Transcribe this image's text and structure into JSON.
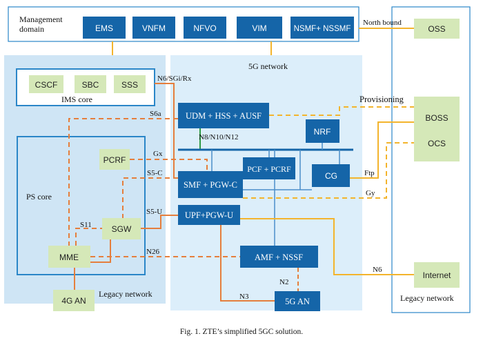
{
  "regions": {
    "management_domain": "Management\ndomain",
    "ims_core": "IMS core",
    "ps_core": "PS core",
    "legacy_network_left": "Legacy network",
    "network_5g": "5G network",
    "legacy_network_right": "Legacy network"
  },
  "management": {
    "ems": "EMS",
    "vnfm": "VNFM",
    "nfvo": "NFVO",
    "vim": "VIM",
    "nsmf": "NSMF+ NSSMF"
  },
  "ims": {
    "cscf": "CSCF",
    "sbc": "SBC",
    "sss": "SSS"
  },
  "ps": {
    "pcrf": "PCRF",
    "sgw": "SGW",
    "mme": "MME",
    "an4g": "4G AN"
  },
  "core5g": {
    "udm": "UDM + HSS + AUSF",
    "nrf": "NRF",
    "pcf": "PCF + PCRF",
    "cg": "CG",
    "smf": "SMF + PGW-C",
    "upf": "UPF+PGW-U",
    "amf": "AMF + NSSF",
    "an5g": "5G AN"
  },
  "external": {
    "oss": "OSS",
    "boss": "BOSS",
    "ocs": "OCS",
    "internet": "Internet"
  },
  "interfaces": {
    "north_bound": "North bound",
    "n6_sgi_rx": "N6/SGi/Rx",
    "provisioning": "Provisioning",
    "s6a": "S6a",
    "n8_n10_n12": "N8/N10/N12",
    "gx": "Gx",
    "s5c": "S5-C",
    "ftp": "Ftp",
    "gy": "Gy",
    "s5u": "S5-U",
    "s11": "S11",
    "n26": "N26",
    "n6": "N6",
    "n2": "N2",
    "n3": "N3"
  },
  "caption": "Fig. 1. ZTE’s simplified 5GC solution.",
  "colors": {
    "node_blue": "#1565a8",
    "node_green": "#d5e8b8",
    "region_blue": "#cfe5f5",
    "region_light": "#dceefa",
    "outline_blue": "#2a86c8",
    "line_orange": "#e57e3c",
    "line_yellow": "#f3b42c",
    "line_green": "#2e9a45",
    "line_blue": "#4b8ec9"
  }
}
